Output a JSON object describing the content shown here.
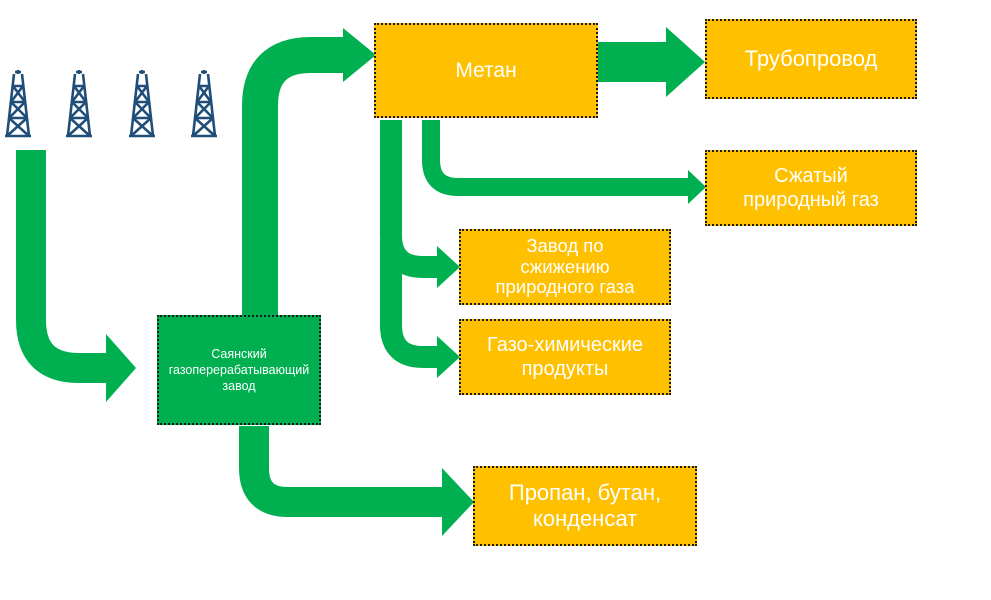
{
  "colors": {
    "arrow": "#00B050",
    "plant_fill": "#00B050",
    "product_fill": "#FFC000",
    "box_text": "#FFFFFF",
    "derrick": "#1F4E79",
    "box_border": "#1A1A1A"
  },
  "wells": {
    "icon": "oil-derrick-icon",
    "count": 4
  },
  "nodes": {
    "plant": {
      "label": "Саянский\nгазоперерабатывающий\nзавод"
    },
    "methane": {
      "label": "Метан"
    },
    "pipeline": {
      "label": "Трубопровод"
    },
    "cng": {
      "label": "Сжатый\nприродный газ"
    },
    "lng": {
      "label": "Завод по\nсжижению\nприродного газа"
    },
    "gas_chem": {
      "label": "Газо-химические\nпродукты"
    },
    "lpg": {
      "label": "Пропан, бутан,\nконденсат"
    }
  }
}
